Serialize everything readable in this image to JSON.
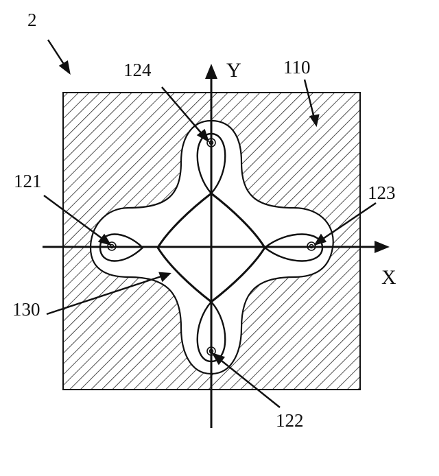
{
  "figure": {
    "label": "2",
    "parts": {
      "substrate": "110",
      "electrode_left": "121",
      "electrode_bottom": "122",
      "electrode_right": "123",
      "electrode_top": "124",
      "region": "130"
    },
    "axes": {
      "x": "X",
      "y": "Y"
    }
  },
  "colors": {
    "ink": "#111111",
    "hatch": "#222222",
    "background": "#ffffff"
  }
}
